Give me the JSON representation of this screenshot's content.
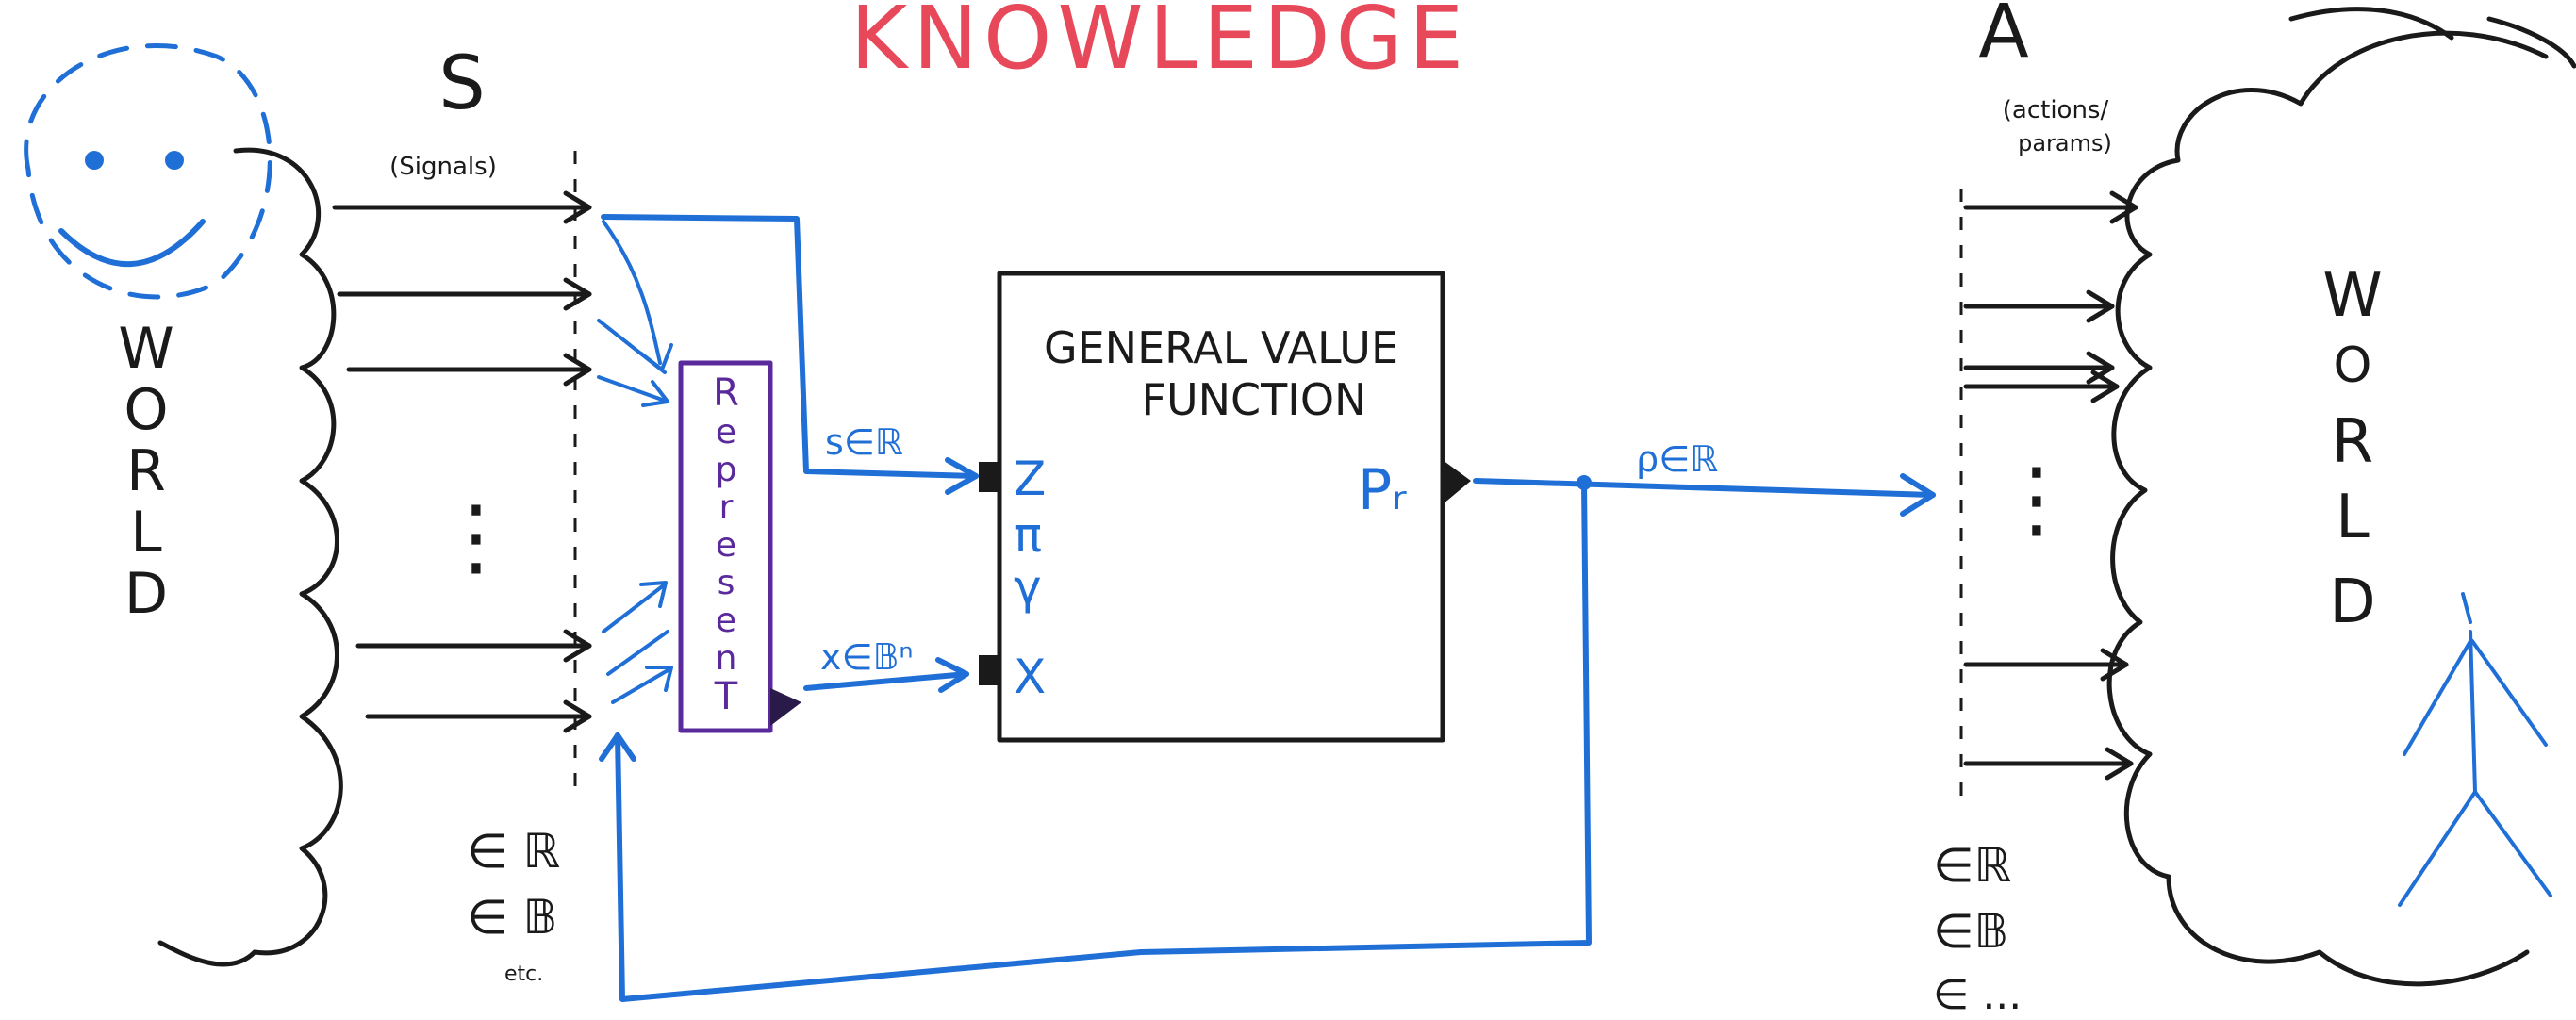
{
  "title": "KNOWLEDGE",
  "left_world": {
    "label_letters": [
      "W",
      "O",
      "R",
      "L",
      "D"
    ],
    "signals_letter": "S",
    "signals_caption": "(Signals)",
    "ellipsis": "⋮",
    "type_lines": [
      "∈ ℝ",
      "∈ 𝔹",
      "etc."
    ]
  },
  "represent": {
    "letters": [
      "R",
      "e",
      "p",
      "r",
      "e",
      "s",
      "e",
      "n",
      "T"
    ]
  },
  "gvf": {
    "title_line1": "GENERAL VALUE",
    "title_line2": "FUNCTION",
    "inputs": [
      "Z",
      "π",
      "γ",
      "X"
    ],
    "output": "Pᵣ",
    "s_label": "s∈ℝ",
    "x_label": "x∈𝔹ⁿ"
  },
  "output_label": "ρ∈ℝ",
  "right_world": {
    "label_letters": [
      "W",
      "O",
      "R",
      "L",
      "D"
    ],
    "actions_letter": "A",
    "actions_caption_line1": "(actions/",
    "actions_caption_line2": "params)",
    "ellipsis": "⋮",
    "type_lines": [
      "∈ℝ",
      "∈𝔹",
      "∈ ..."
    ]
  },
  "colors": {
    "ink": "#1a1a1a",
    "blue": "#1f6fd6",
    "red": "#e8495a",
    "purple": "#5a2a9c"
  }
}
